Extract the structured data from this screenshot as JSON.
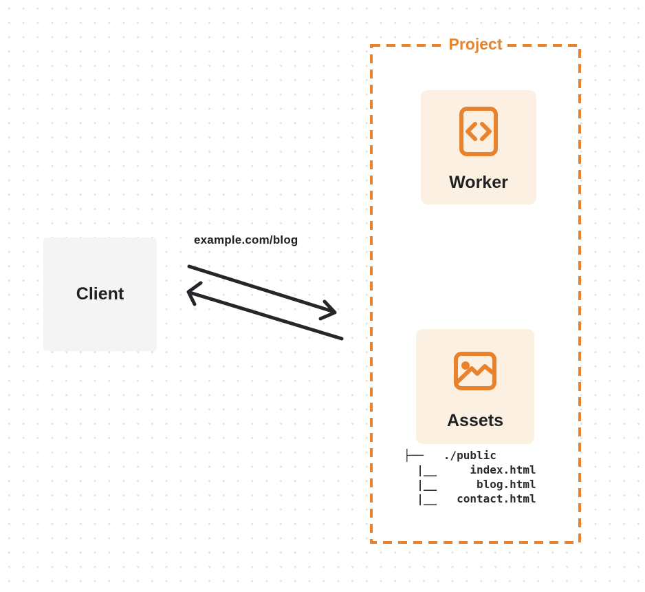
{
  "colors": {
    "accent": "#E8822D",
    "card_bg": "#FBF0E1",
    "project_bg": "#FFFFFF",
    "client_bg": "#F4F4F5",
    "text": "#1F2023",
    "arrow": "#26262A",
    "tree_text": "#2A2A2E",
    "dot": "#E3E3E6"
  },
  "client": {
    "label": "Client"
  },
  "request_label": "example.com/blog",
  "project": {
    "title": "Project",
    "worker": {
      "label": "Worker",
      "icon": "code-file-icon"
    },
    "assets": {
      "label": "Assets",
      "icon": "image-icon",
      "tree_lines": [
        "├──   ./public",
        "  |__     index.html",
        "  |__      blog.html",
        "  |__   contact.html"
      ]
    }
  }
}
